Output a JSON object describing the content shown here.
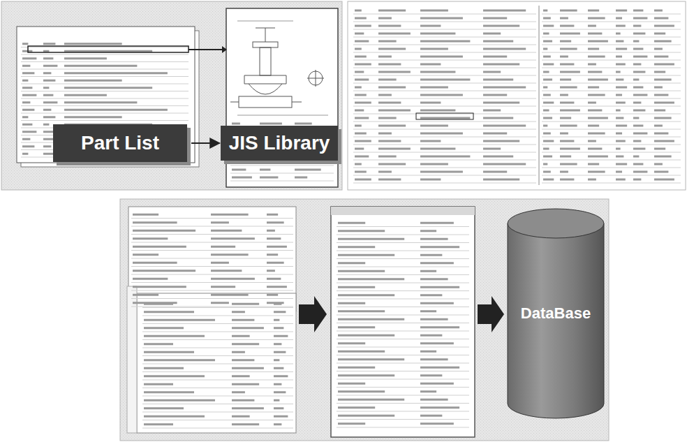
{
  "diagram": {
    "nodes": [
      {
        "text": [
          "Part List"
        ]
      },
      {
        "text": [
          "JIS Library"
        ]
      },
      {
        "text": [
          "DataBase"
        ]
      }
    ],
    "edges": [
      {
        "from": 0,
        "to": 1,
        "arrow": "to"
      }
    ]
  }
}
